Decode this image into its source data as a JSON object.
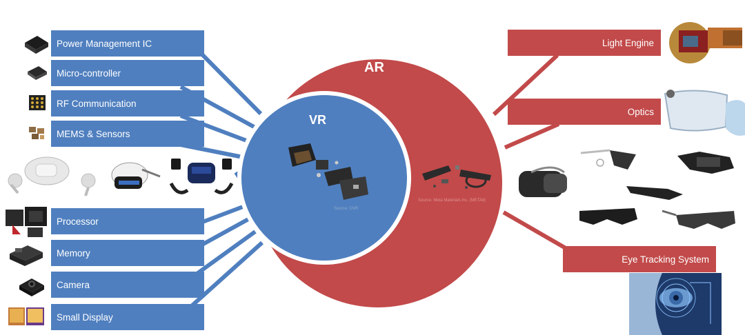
{
  "colors": {
    "vr_blue": "#4f7fbf",
    "ar_red": "#c24a4a",
    "label_text": "#ffffff"
  },
  "diagram": {
    "ar_label": "AR",
    "vr_label": "VR",
    "vr_source": "Source: OVR",
    "ar_source": "Source: Meta Materials Inc. (META8)"
  },
  "left_components": [
    {
      "label": "Power Management IC",
      "icon": "chip-icon"
    },
    {
      "label": "Micro-controller",
      "icon": "chip-icon"
    },
    {
      "label": "RF Communication",
      "icon": "chip-icon"
    },
    {
      "label": "MEMS & Sensors",
      "icon": "chip-icon"
    },
    {
      "label": "Processor",
      "icon": "processor-icon"
    },
    {
      "label": "Memory",
      "icon": "memory-icon"
    },
    {
      "label": "Camera",
      "icon": "camera-icon"
    },
    {
      "label": "Small Display",
      "icon": "display-icon"
    }
  ],
  "right_components": [
    {
      "label": "Light Engine",
      "icon": "light-engine-icon"
    },
    {
      "label": "Optics",
      "icon": "optics-lens-icon"
    },
    {
      "label": "Eye Tracking System",
      "icon": "eye-scan-icon"
    }
  ]
}
